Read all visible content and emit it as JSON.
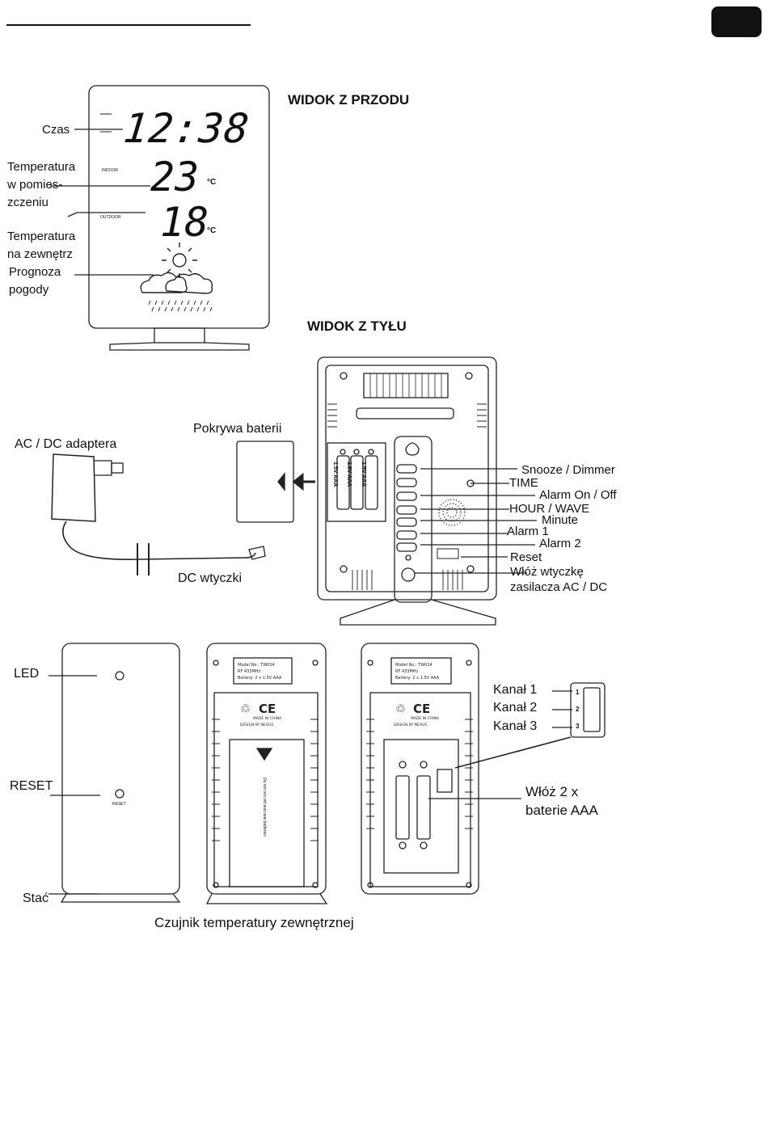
{
  "front": {
    "heading": "WIDOK Z PRZODU",
    "time": "12:38",
    "indoor_temp": "23",
    "outdoor_temp": "18",
    "unit": "°C",
    "indoor_tag": "INDOOR",
    "outdoor_tag": "OUTDOOR",
    "labels": {
      "time": "Czas",
      "indoor": "Temperatura\nw pomies-\nzczeniu",
      "outdoor": "Temperatura\nna zewnętrz",
      "forecast": "Prognoza\npogody"
    }
  },
  "back": {
    "heading": "WIDOK Z TYŁU",
    "adapter": "AC / DC adaptera",
    "battery_cover": "Pokrywa baterii",
    "dc_plug": "DC wtyczki",
    "battery_label": "1.5V AAA",
    "buttons": [
      "Snooze / Dimmer",
      "TIME",
      "Alarm On / Off",
      "HOUR / WAVE",
      "Minute",
      "Alarm 1",
      "Alarm 2",
      "Reset"
    ],
    "plug_in": "Włóż wtyczkę\nzasilacza AC / DC"
  },
  "sensor": {
    "led": "LED",
    "reset": "RESET",
    "reset_small": "RESET",
    "stand": "Stać",
    "title": "Czujnik temperatury zewnętrznej",
    "channels": [
      "Kanał 1",
      "Kanał 2",
      "Kanał 3"
    ],
    "channel_numbers": [
      "1",
      "2",
      "3"
    ],
    "insert_batteries": "Włóż 2 x\nbaterie AAA",
    "plate_text": "Model No.: TW024\nRF 433MHz\nBattery: 2 x 1.5V AAA",
    "made_in": "MADE IN CHINA",
    "design_by": "DESIGN BY NEXUS",
    "warning": "Do not mix old and new batteries"
  }
}
